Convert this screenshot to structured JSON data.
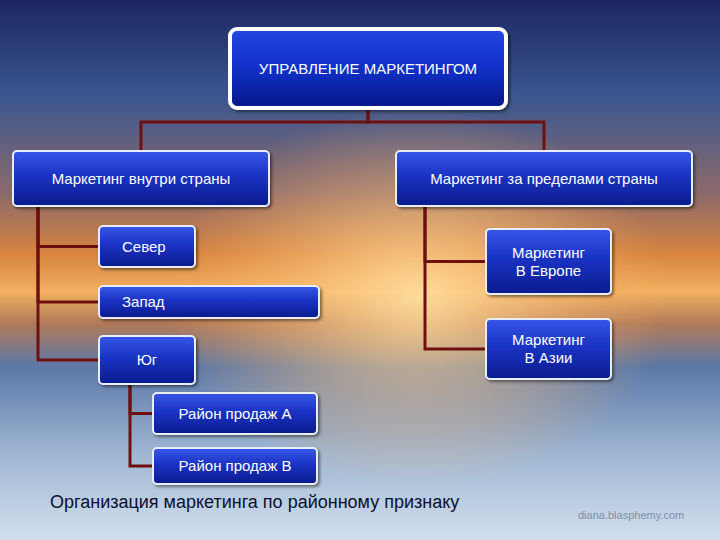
{
  "diagram": {
    "caption": "Организация маркетинга по районному признаку",
    "nodes": [
      {
        "text": [
          "УПРАВЛЕНИЕ МАРКЕТИНГОМ"
        ]
      },
      {
        "text": [
          "Маркетинг внутри страны"
        ]
      },
      {
        "text": [
          "Маркетинг за пределами страны"
        ]
      },
      {
        "text": [
          "Север"
        ]
      },
      {
        "text": [
          "Запад"
        ]
      },
      {
        "text": [
          "Юг"
        ]
      },
      {
        "text": [
          "Район продаж А"
        ]
      },
      {
        "text": [
          "Район продаж В"
        ]
      },
      {
        "text": [
          "Маркетинг В Европе"
        ]
      },
      {
        "text": [
          "Маркетинг В Азии"
        ]
      }
    ],
    "edges": [
      {
        "from": 0,
        "to": 1,
        "arrow": "none"
      },
      {
        "from": 0,
        "to": 2,
        "arrow": "none"
      },
      {
        "from": 1,
        "to": 3,
        "arrow": "none"
      },
      {
        "from": 1,
        "to": 4,
        "arrow": "none"
      },
      {
        "from": 1,
        "to": 5,
        "arrow": "none"
      },
      {
        "from": 5,
        "to": 6,
        "arrow": "none"
      },
      {
        "from": 5,
        "to": 7,
        "arrow": "none"
      },
      {
        "from": 2,
        "to": 8,
        "arrow": "none"
      },
      {
        "from": 2,
        "to": 9,
        "arrow": "none"
      }
    ],
    "labels": [
      "diana.blasphemy.com"
    ]
  }
}
